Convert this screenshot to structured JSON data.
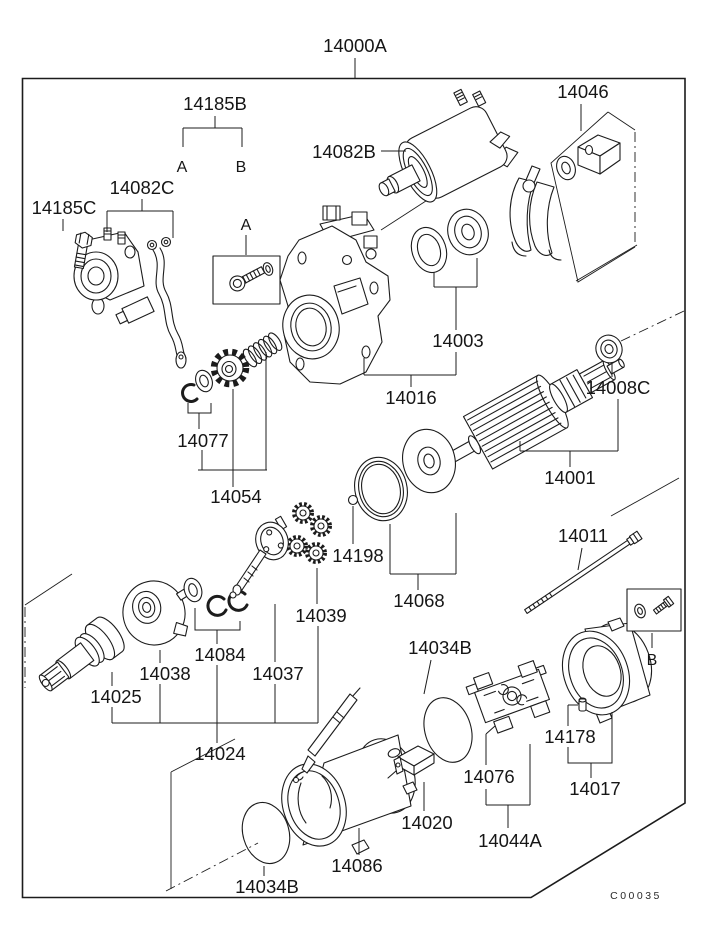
{
  "page": {
    "background": "#ffffff",
    "ink": "#1c1c1c"
  },
  "diagram": {
    "assembly_number": "14000A",
    "drawing_code": "C00035",
    "detail_refs": {
      "a": "A",
      "b": "B"
    },
    "parts": {
      "p14185B": "14185B",
      "p14082C": "14082C",
      "p14185C": "14185C",
      "p14082B": "14082B",
      "p14046": "14046",
      "p14003": "14003",
      "p14016": "14016",
      "p14008C": "14008C",
      "p14001": "14001",
      "p14077": "14077",
      "p14054": "14054",
      "p14011": "14011",
      "p14198": "14198",
      "p14068": "14068",
      "p14039": "14039",
      "p14034B": "14034B",
      "p14084": "14084",
      "p14038": "14038",
      "p14037": "14037",
      "p14025": "14025",
      "p14024": "14024",
      "p14178": "14178",
      "p14076": "14076",
      "p14017": "14017",
      "p14020": "14020",
      "p14044A": "14044A",
      "p14086": "14086"
    }
  }
}
